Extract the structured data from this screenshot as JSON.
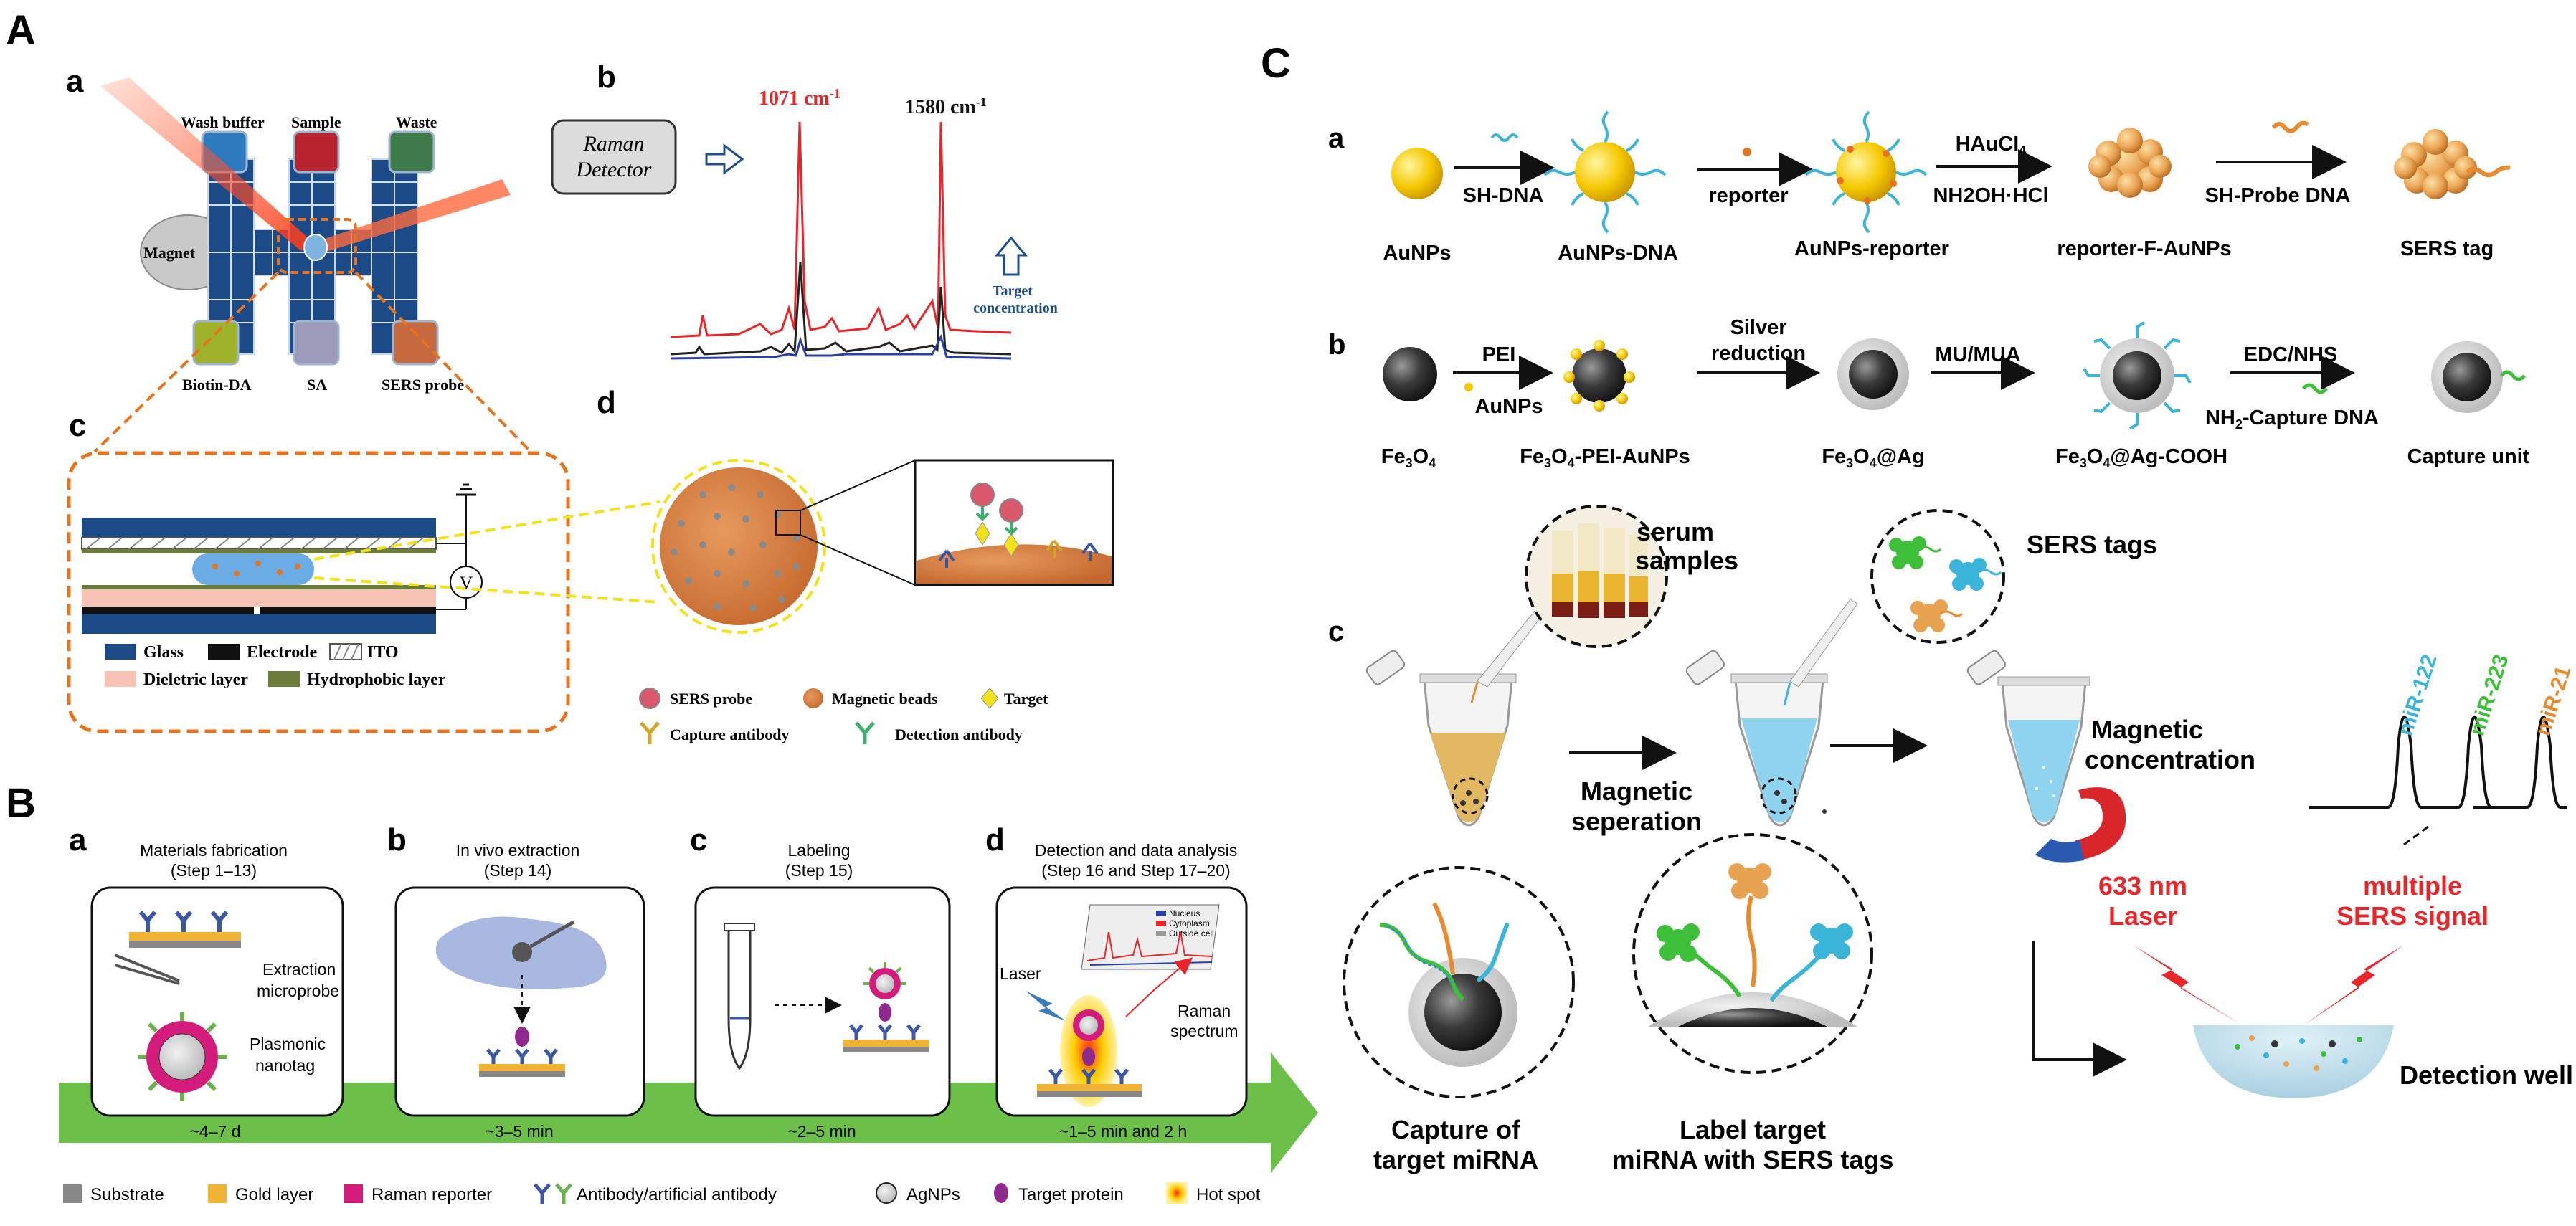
{
  "panel_letters": {
    "A": "A",
    "B": "B",
    "C": "C"
  },
  "A": {
    "a": {
      "letter": "a",
      "chambers": {
        "wash_buffer": "Wash buffer",
        "sample": "Sample",
        "waste": "Waste",
        "biotin_da": "Biotin-DA",
        "sa": "SA",
        "sers_probe": "SERS probe"
      },
      "magnet": "Magnet"
    },
    "b": {
      "letter": "b",
      "raman_detector_l1": "Raman",
      "raman_detector_l2": "Detector",
      "peak1": "1071 cm",
      "peak2": "1580 cm",
      "superscript": "-1",
      "target_l1": "Target",
      "target_l2": "concentration"
    },
    "c": {
      "letter": "c",
      "voltage": "V",
      "legend": {
        "glass": "Glass",
        "electrode": "Electrode",
        "ito": "ITO",
        "dielectric": "Dieletric layer",
        "hydrophobic": "Hydrophobic layer"
      }
    },
    "d": {
      "letter": "d",
      "legend": {
        "sers_probe": "SERS probe",
        "magnetic_beads": "Magnetic beads",
        "target": "Target",
        "capture_antibody": "Capture antibody",
        "detection_antibody": "Detection antibody"
      }
    },
    "colors": {
      "red_peak": "#e8262a",
      "blue_text": "#1d4f91",
      "orange": "#e8731f",
      "yellow_dash": "#f2e21d"
    }
  },
  "B": {
    "steps": [
      {
        "letter": "a",
        "title_l1": "Materials fabrication",
        "title_l2": "(Step 1–13)",
        "time": "~4–7 d",
        "labels": [
          "Extraction",
          "microprobe",
          "Plasmonic",
          "nanotag"
        ]
      },
      {
        "letter": "b",
        "title_l1": "In vivo extraction",
        "title_l2": "(Step 14)",
        "time": "~3–5 min"
      },
      {
        "letter": "c",
        "title_l1": "Labeling",
        "title_l2": "(Step 15)",
        "time": "~2–5 min"
      },
      {
        "letter": "d",
        "title_l1": "Detection and data analysis",
        "title_l2": "(Step 16 and Step 17–20)",
        "time": "~1–5 min and 2 h",
        "labels": [
          "Laser",
          "Raman",
          "spectrum"
        ],
        "mini_legend": [
          "Nucleus",
          "Cytoplasm",
          "Outside cell"
        ]
      }
    ],
    "legend": {
      "substrate": "Substrate",
      "gold_layer": "Gold layer",
      "raman_reporter": "Raman reporter",
      "antibody": "Antibody/artificial antibody",
      "agnps": "AgNPs",
      "target_protein": "Target protein",
      "hot_spot": "Hot spot"
    },
    "colors": {
      "arrow_green": "#6cc04a",
      "gold": "#f0b333",
      "magenta": "#d41c7c",
      "ab_blue": "#3b57a7",
      "ab_green": "#6ab04c",
      "protein": "#8e2a8e"
    }
  },
  "C": {
    "a": {
      "letter": "a",
      "steps": [
        "SH-DNA",
        "reporter",
        "HAuCl",
        "NH2OH·HCl",
        "SH-Probe DNA"
      ],
      "hau_sub": "4",
      "labels": [
        "AuNPs",
        "AuNPs-DNA",
        "AuNPs-reporter",
        "reporter-F-AuNPs",
        "SERS tag"
      ]
    },
    "b": {
      "letter": "b",
      "steps": [
        "PEI",
        "AuNPs",
        "Silver",
        "reduction",
        "MU/MUA",
        "EDC/NHS",
        "NH",
        "-Capture DNA"
      ],
      "nh_sub": "2",
      "labels": [
        "Fe",
        "O",
        "Fe",
        "O",
        "-PEI-AuNPs",
        "Fe",
        "O",
        "@Ag",
        "Fe",
        "O",
        "@Ag-COOH",
        "Capture unit"
      ],
      "subs": [
        "3",
        "4"
      ]
    },
    "c": {
      "letter": "c",
      "serum_l1": "serum",
      "serum_l2": "samples",
      "sers_tags": "SERS tags",
      "mag_sep_l1": "Magnetic",
      "mag_sep_l2": "seperation",
      "mag_conc_l1": "Magnetic",
      "mag_conc_l2": "concentration",
      "mirnas": [
        "miR-122",
        "miR-223",
        "miR-21"
      ],
      "laser_l1": "633 nm",
      "laser_l2": "Laser",
      "multi_l1": "multiple",
      "multi_l2": "SERS signal",
      "capture_l1": "Capture of",
      "capture_l2": "target miRNA",
      "label_l1": "Label target",
      "label_l2": "miRNA with SERS tags",
      "detection_well": "Detection well"
    },
    "colors": {
      "mir122": "#3ab4d9",
      "mir223": "#3dbf3a",
      "mir21": "#e88a2e",
      "laser_red": "#e8262a",
      "tube_blue": "#8fd3ef",
      "serum_yellow": "#e2b862"
    }
  }
}
